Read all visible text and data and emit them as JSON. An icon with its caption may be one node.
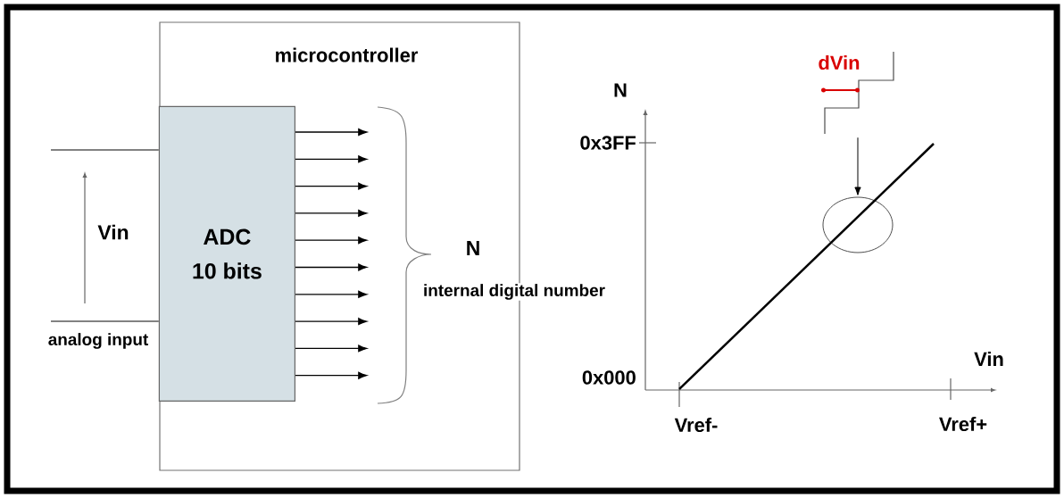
{
  "diagram": {
    "nodes": [
      {
        "text": [
          "microcontroller"
        ]
      },
      {
        "text": [
          "ADC",
          "10 bits"
        ],
        "in": 0
      },
      {
        "text": [],
        "shape": "bracket",
        "in": 0
      },
      {
        "text": [],
        "shape": "picture"
      },
      {
        "text": [],
        "shape": "circle"
      }
    ],
    "edges": [
      {
        "from": null,
        "to": 1,
        "arrow": "none"
      },
      {
        "from": null,
        "to": 1,
        "arrow": "none"
      },
      {
        "from": 1,
        "to": 2,
        "arrow": "to"
      },
      {
        "from": 1,
        "to": 2,
        "arrow": "to"
      },
      {
        "from": 1,
        "to": 2,
        "arrow": "to"
      },
      {
        "from": 1,
        "to": 2,
        "arrow": "to"
      },
      {
        "from": 1,
        "to": 2,
        "arrow": "to"
      },
      {
        "from": 1,
        "to": 2,
        "arrow": "to"
      },
      {
        "from": 1,
        "to": 2,
        "arrow": "to"
      },
      {
        "from": 1,
        "to": 2,
        "arrow": "to"
      },
      {
        "from": 1,
        "to": 2,
        "arrow": "to"
      },
      {
        "from": 1,
        "to": 2,
        "arrow": "to"
      },
      {
        "from": 3,
        "to": 4,
        "arrow": "to"
      }
    ],
    "labels": [
      "Vin",
      "analog input",
      "N",
      "internal digital number",
      "dVin",
      "N",
      "0x3FF",
      "0x000",
      "Vin",
      "Vref-",
      "Vref+"
    ]
  }
}
